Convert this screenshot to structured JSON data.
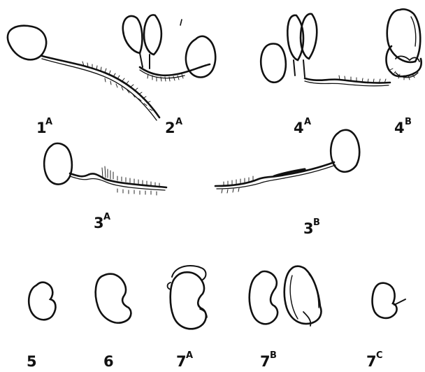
{
  "figure": {
    "labels": {
      "1A": {
        "main": "1",
        "sup": "A"
      },
      "2A": {
        "main": "2",
        "sup": "A"
      },
      "4A": {
        "main": "4",
        "sup": "A"
      },
      "4B": {
        "main": "4",
        "sup": "B"
      },
      "3A": {
        "main": "3",
        "sup": "A"
      },
      "3B": {
        "main": "3",
        "sup": "B"
      },
      "5": {
        "main": "5",
        "sup": ""
      },
      "6": {
        "main": "6",
        "sup": ""
      },
      "7A": {
        "main": "7",
        "sup": "A"
      },
      "7B": {
        "main": "7",
        "sup": "B"
      },
      "7C": {
        "main": "7",
        "sup": "C"
      }
    },
    "ink_color": "#111111",
    "paper_color": "#ffffff"
  }
}
